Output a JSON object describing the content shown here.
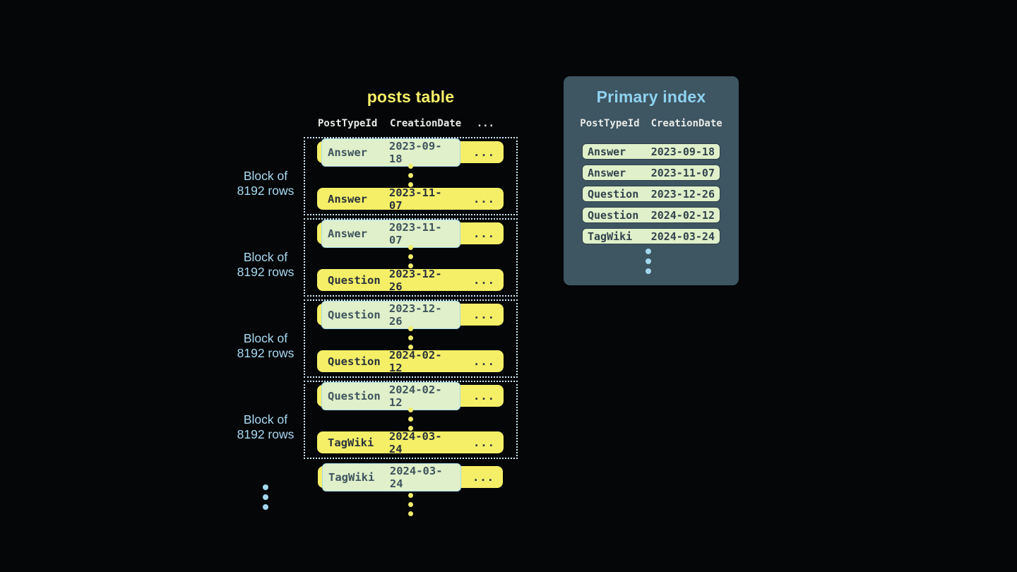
{
  "colors": {
    "bg": "#040608",
    "yellow": "#f5ef68",
    "yellow-text": "#2a333c",
    "pill-green": "#dff0ca",
    "pill-blue-border": "#a9dbeb",
    "pill-text": "#3f545e",
    "panel-bg": "#3e5562",
    "blue-title": "#8fd3f0",
    "blue-label": "#a8daf2",
    "header-white": "#e8eae6",
    "dot-yellow": "#f1ec6a",
    "dot-blue": "#a3d7ef",
    "dotted-border": "#cfeaf8"
  },
  "posts_table": {
    "title": "posts table",
    "headers": {
      "col1": "PostTypeId",
      "col2": "CreationDate",
      "more": "..."
    },
    "row_more": "...",
    "block_label": {
      "line1": "Block of",
      "line2": "8192 rows"
    },
    "blocks": [
      {
        "first": {
          "type": "Answer",
          "date": "2023-09-18"
        },
        "last": {
          "type": "Answer",
          "date": "2023-11-07"
        }
      },
      {
        "first": {
          "type": "Answer",
          "date": "2023-11-07"
        },
        "last": {
          "type": "Question",
          "date": "2023-12-26"
        }
      },
      {
        "first": {
          "type": "Question",
          "date": "2023-12-26"
        },
        "last": {
          "type": "Question",
          "date": "2024-02-12"
        }
      },
      {
        "first": {
          "type": "Question",
          "date": "2024-02-12"
        },
        "last": {
          "type": "TagWiki",
          "date": "2024-03-24"
        }
      }
    ],
    "overflow_row": {
      "type": "TagWiki",
      "date": "2024-03-24"
    }
  },
  "primary_index": {
    "title": "Primary index",
    "headers": {
      "col1": "PostTypeId",
      "col2": "CreationDate"
    },
    "rows": [
      {
        "type": "Answer",
        "date": "2023-09-18"
      },
      {
        "type": "Answer",
        "date": "2023-11-07"
      },
      {
        "type": "Question",
        "date": "2023-12-26"
      },
      {
        "type": "Question",
        "date": "2024-02-12"
      },
      {
        "type": "TagWiki",
        "date": "2024-03-24"
      }
    ]
  }
}
